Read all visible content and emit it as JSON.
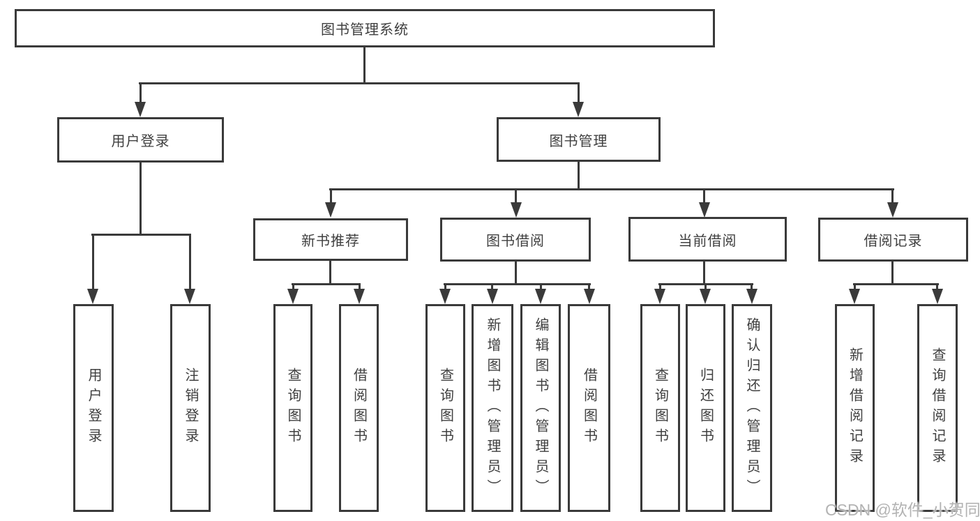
{
  "root": "图书管理系统",
  "branches": {
    "user_login": {
      "label": "用户登录",
      "leaves": [
        "用户登录",
        "注销登录"
      ]
    },
    "book_management": {
      "label": "图书管理",
      "groups": [
        {
          "label": "新书推荐",
          "leaves": [
            "查询图书",
            "借阅图书"
          ]
        },
        {
          "label": "图书借阅",
          "leaves": [
            "查询图书",
            "新增图书（管理员）",
            "编辑图书（管理员）",
            "借阅图书"
          ]
        },
        {
          "label": "当前借阅",
          "leaves": [
            "查询图书",
            "归还图书",
            "确认归还（管理员）"
          ]
        },
        {
          "label": "借阅记录",
          "leaves": [
            "新增借阅记录",
            "查询借阅记录"
          ]
        }
      ]
    }
  },
  "watermark": "CSDN @软件_小贺同学",
  "colors": {
    "line": "#3a3a3a",
    "text": "#3f3f3f",
    "watermark": "#b3b3b3",
    "background": "#ffffff"
  }
}
